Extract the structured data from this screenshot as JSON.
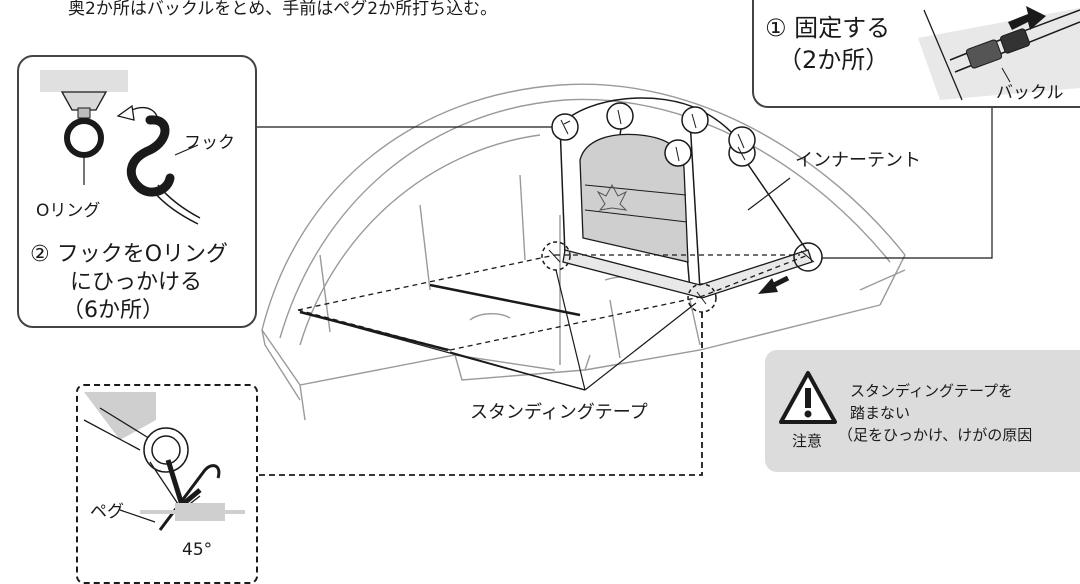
{
  "top_instruction": "奥2か所はバックルをとめ、手前はペグ2か所打ち込む。",
  "buckle_panel": {
    "step": "① 固定する",
    "count": "（2か所）",
    "buckle_label": "バックル"
  },
  "hook_panel": {
    "ring_label": "Oリング",
    "hook_label": "フック",
    "step_line1": "② フックをOリング",
    "step_line2": "にひっかける",
    "step_line3": "（6か所）"
  },
  "tent_labels": {
    "inner_tent": "インナーテント",
    "standing_tape": "スタンディングテープ"
  },
  "peg_panel": {
    "peg_label": "ペグ",
    "angle_label": "45°"
  },
  "caution": {
    "icon_label": "注意",
    "line1": "スタンディングテープを",
    "line2": "踏まない",
    "line3": "（足をひっかけ、けがの原因"
  },
  "colors": {
    "line": "#1a1a1a",
    "tent_line": "#9a9a9a",
    "caution_bg": "#dcdcdc",
    "panel_border": "#444444"
  }
}
